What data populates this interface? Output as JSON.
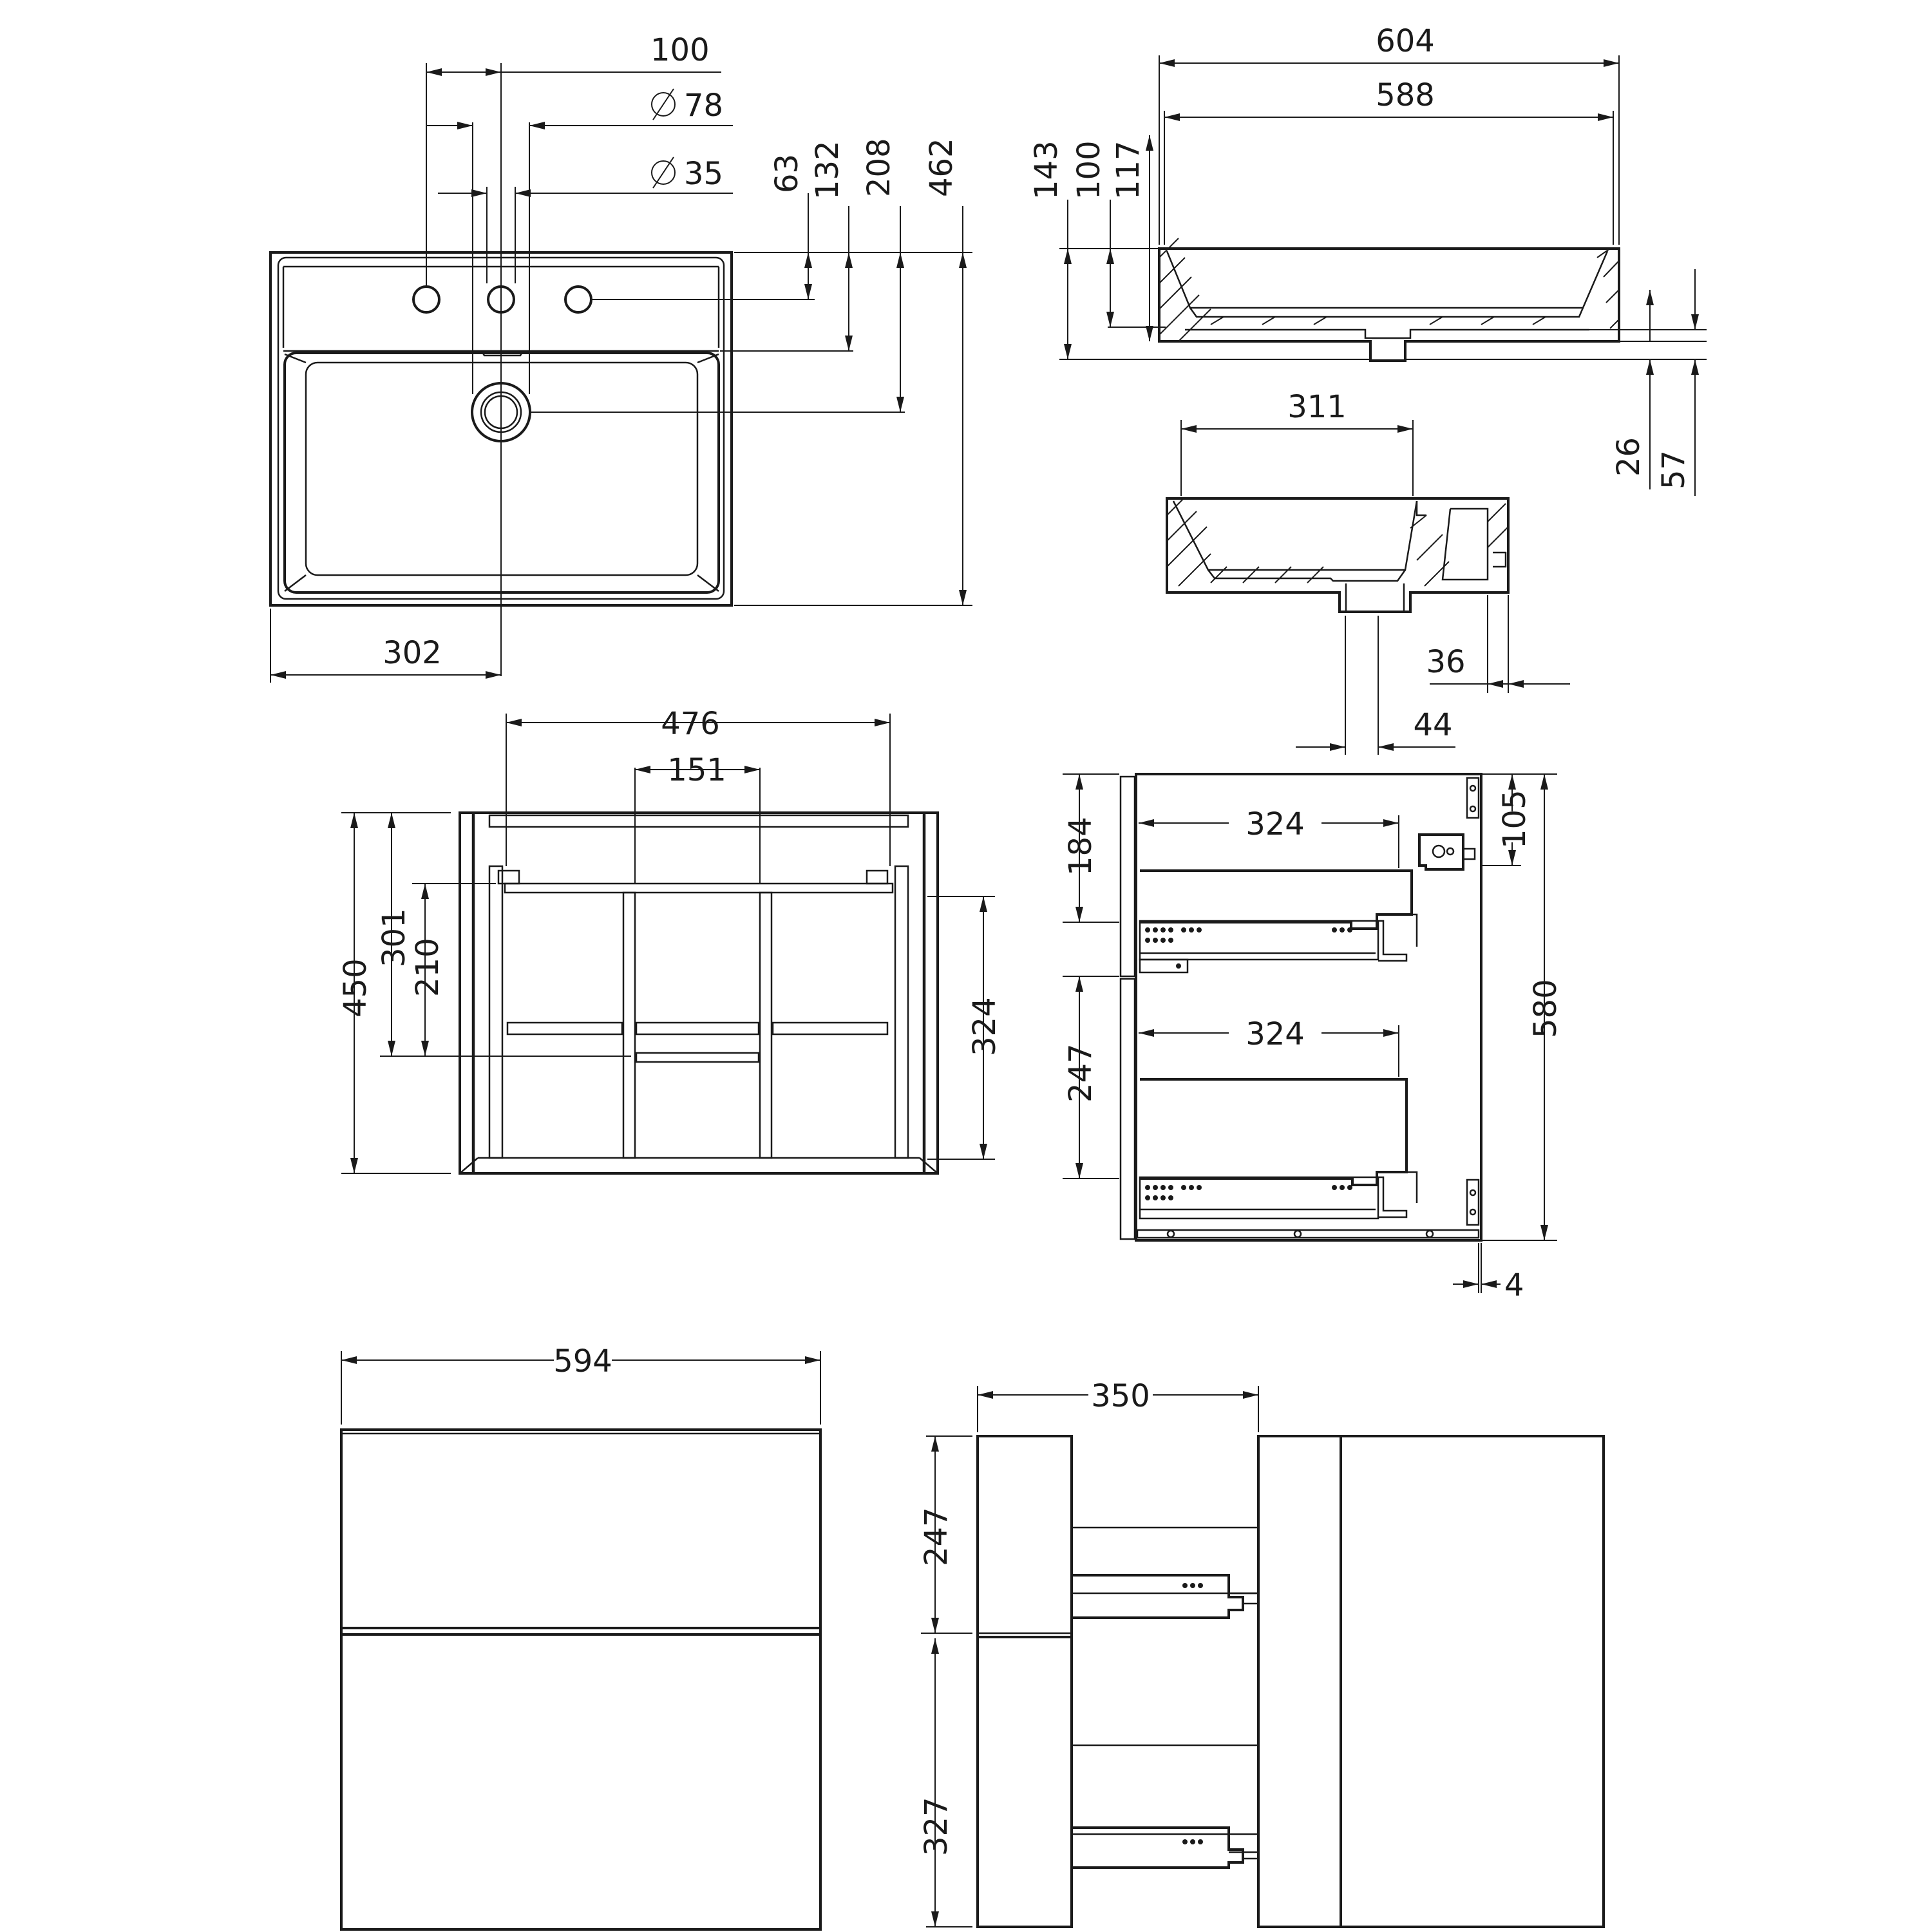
{
  "colors": {
    "line": "#1a1a1a",
    "background": "#ffffff"
  },
  "icons": {
    "diameter": "diameter-symbol"
  },
  "views": {
    "basin_top": {
      "dims": {
        "d100": "100",
        "d78": "78",
        "d35": "35",
        "d63": "63",
        "d132": "132",
        "d208": "208",
        "d462": "462",
        "d302": "302"
      }
    },
    "basin_side": {
      "dims": {
        "d604": "604",
        "d588": "588",
        "d143": "143",
        "d100": "100",
        "d117": "117",
        "d26": "26",
        "d57": "57"
      }
    },
    "basin_section": {
      "dims": {
        "d311": "311",
        "d36": "36",
        "d44": "44"
      }
    },
    "cabinet_top": {
      "dims": {
        "d476": "476",
        "d151": "151",
        "d450": "450",
        "d301": "301",
        "d210": "210",
        "d324": "324"
      }
    },
    "cabinet_side_section": {
      "dims": {
        "d184": "184",
        "d324a": "324",
        "d324b": "324",
        "d247": "247",
        "d105": "105",
        "d580": "580",
        "d4": "4"
      }
    },
    "cabinet_front": {
      "dims": {
        "d594": "594"
      }
    },
    "cabinet_side": {
      "dims": {
        "d350": "350",
        "d247": "247",
        "d327": "327"
      }
    }
  }
}
